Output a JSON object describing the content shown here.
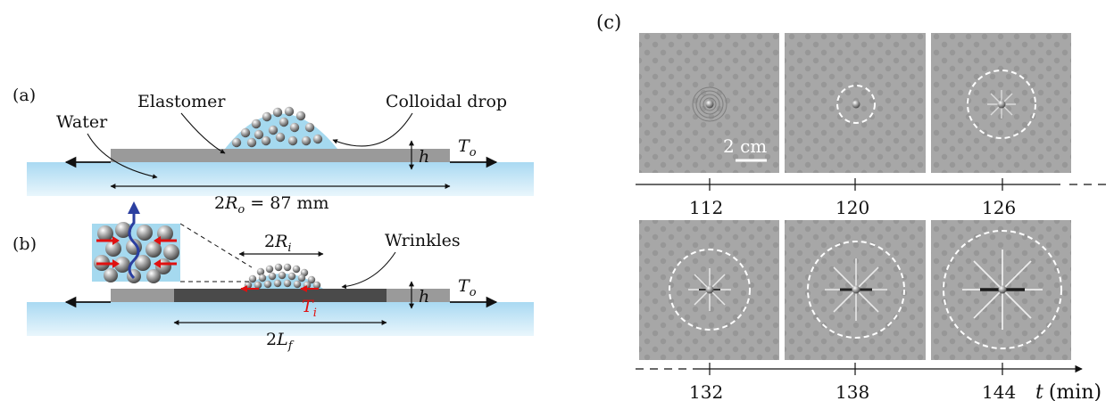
{
  "panel_a": {
    "label": "(a)",
    "water": "Water",
    "elastomer": "Elastomer",
    "colloidal_drop": "Colloidal drop",
    "thickness": "h",
    "tension_T": "T",
    "tension_sub": "o",
    "diameter_pre": "2",
    "diameter_R": "R",
    "diameter_sub": "o",
    "diameter_value": " = 87 mm"
  },
  "panel_b": {
    "label": "(b)",
    "wrinkles": "Wrinkles",
    "radius_pre": "2",
    "radius_R": "R",
    "radius_sub": "i",
    "thickness": "h",
    "tension_T": "T",
    "tension_sub": "o",
    "inner_T": "T",
    "inner_sub": "i",
    "length_pre": "2",
    "length_L": "L",
    "length_sub": "f"
  },
  "panel_c": {
    "label": "(c)",
    "scale_bar": "2 cm",
    "axis_label_t": "t",
    "axis_label_unit": "(min)",
    "times_top": [
      "112",
      "120",
      "126"
    ],
    "times_bottom": [
      "132",
      "138",
      "144"
    ]
  },
  "colors": {
    "water": "#bfe3f5",
    "drop": "#a5d9ef",
    "film": "#9a9a9a",
    "film_dark": "#4a4a4a",
    "arrow_red": "#e01010",
    "arrow_blue": "#2b3fa0",
    "dashed_circle": "#ffffff"
  }
}
